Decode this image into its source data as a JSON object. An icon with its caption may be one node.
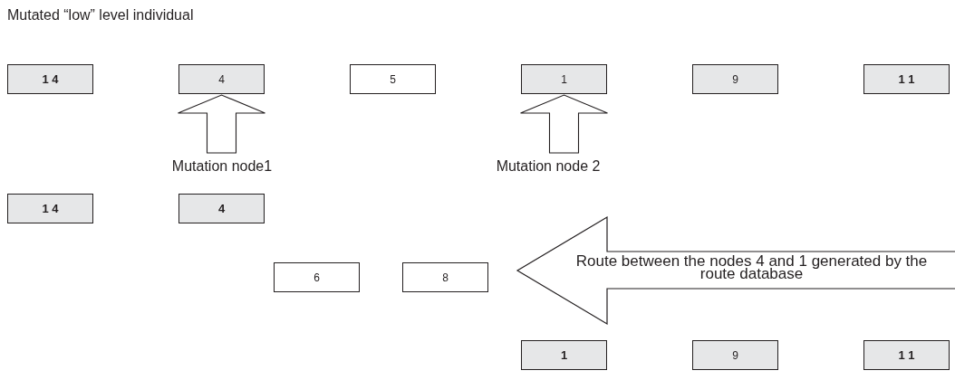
{
  "diagram": {
    "title": "Mutated “low” level individual",
    "nodes": [
      {
        "text": [
          "1 4"
        ]
      },
      {
        "text": [
          "4"
        ]
      },
      {
        "text": [
          "5"
        ]
      },
      {
        "text": [
          "1"
        ]
      },
      {
        "text": [
          "9"
        ]
      },
      {
        "text": [
          "1 1"
        ]
      },
      {
        "text": [
          "Mutation node1"
        ]
      },
      {
        "text": [
          "Mutation node 2"
        ]
      },
      {
        "text": [
          "1 4"
        ]
      },
      {
        "text": [
          "4"
        ]
      },
      {
        "text": [
          "Route between the nodes 4 and 1 generated by the route database"
        ]
      },
      {
        "text": [
          "6"
        ]
      },
      {
        "text": [
          "8"
        ]
      },
      {
        "text": [
          "1"
        ]
      },
      {
        "text": [
          "9"
        ]
      },
      {
        "text": [
          "1 1"
        ]
      }
    ],
    "edges": [
      {
        "from": 6,
        "to": 1,
        "arrow": "to"
      },
      {
        "from": 7,
        "to": 3,
        "arrow": "to"
      }
    ]
  }
}
